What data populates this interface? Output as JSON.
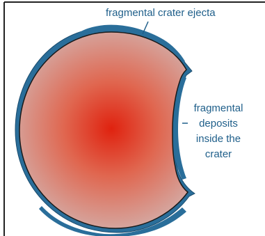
{
  "labels": {
    "ejecta": "fragmental crater ejecta",
    "deposits_line_1": "fragmental",
    "deposits_line_2": "deposits",
    "deposits_line_3": "inside the",
    "deposits_line_4": "crater"
  },
  "colors": {
    "center": "#e0220f",
    "edge": "#d4aaa4",
    "ejecta": "#2a6e9a",
    "outline": "#1a1a1a",
    "text": "#1f5f8a",
    "border": "#222222"
  }
}
